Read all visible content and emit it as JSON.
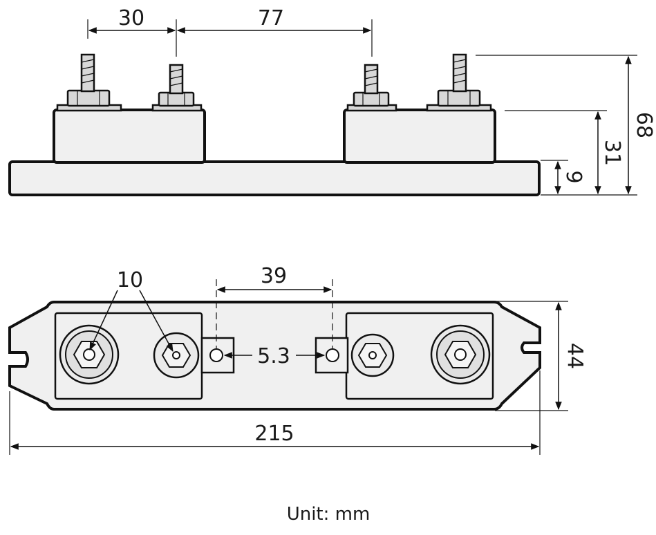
{
  "side_view": {
    "dim_top_left": "30",
    "dim_top_mid": "77",
    "dim_right_total": "68",
    "dim_right_block": "31",
    "dim_right_base": "9"
  },
  "top_view": {
    "dim_stud_dia": "10",
    "dim_terminal_spacing": "39",
    "dim_hole_dia": "5.3",
    "dim_width": "44",
    "dim_length": "215"
  },
  "footer": {
    "unit_label": "Unit: mm"
  }
}
